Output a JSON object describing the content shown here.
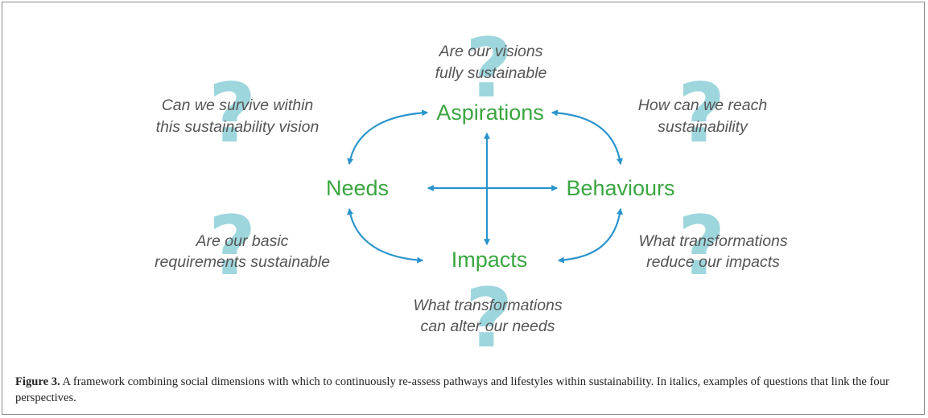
{
  "diagram": {
    "nodes": {
      "aspirations": "Aspirations",
      "needs": "Needs",
      "behaviours": "Behaviours",
      "impacts": "Impacts"
    },
    "question_mark_glyph": "?",
    "questions": {
      "top": [
        "Are our visions",
        "fully sustainable"
      ],
      "top_left": [
        "Can we survive within",
        "this sustainability vision"
      ],
      "top_right": [
        "How can we reach",
        "sustainability"
      ],
      "bottom_left": [
        "Are our basic",
        "requirements sustainable"
      ],
      "bottom_right": [
        "What transformations",
        "reduce our impacts"
      ],
      "bottom": [
        "What transformations",
        "can alter our needs"
      ]
    },
    "colors": {
      "node_text": "#3aa640",
      "arrows": "#2a94cd",
      "question_marks": "#8ecfd8",
      "question_text": "#555555"
    }
  },
  "caption": {
    "label": "Figure 3.",
    "text": " A framework combining social dimensions with which to continuously re-assess pathways and lifestyles within sustainability. In italics, examples of questions that link the four perspectives."
  }
}
